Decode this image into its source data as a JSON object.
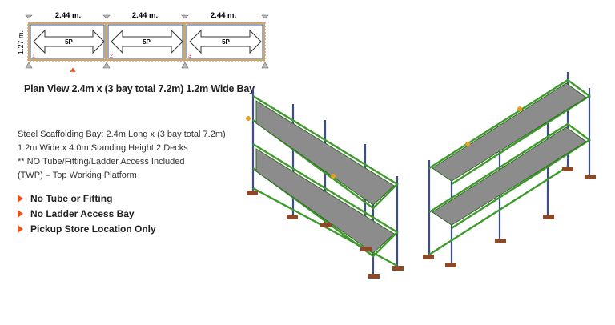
{
  "plan": {
    "bay_widths": [
      "2.44 m.",
      "2.44 m.",
      "2.44 m."
    ],
    "bay_depth": "1.27 m.",
    "bay_labels": [
      "5P",
      "5P",
      "5P"
    ],
    "bay_numbers": [
      "1",
      "2",
      "3"
    ],
    "title": "Plan View 2.4m x (3 bay total 7.2m) 1.2m Wide Bay"
  },
  "spec": {
    "lines": [
      "Steel Scaffolding Bay: 2.4m Long x (3 bay total 7.2m)",
      "1.2m Wide x 4.0m Standing Height 2 Decks",
      "** NO Tube/Fitting/Ladder Access Included",
      "(TWP) – Top Working Platform"
    ]
  },
  "bullets": [
    "No Tube or Fitting",
    "No Ladder Access Bay",
    "Pickup Store Location Only"
  ],
  "colors": {
    "accent": "#e8541a",
    "frame_green": "#3e9a2b",
    "deck_grey": "#8c8c8c",
    "standard_blue": "#3b4f8f",
    "base_brown": "#8a4a2a"
  }
}
